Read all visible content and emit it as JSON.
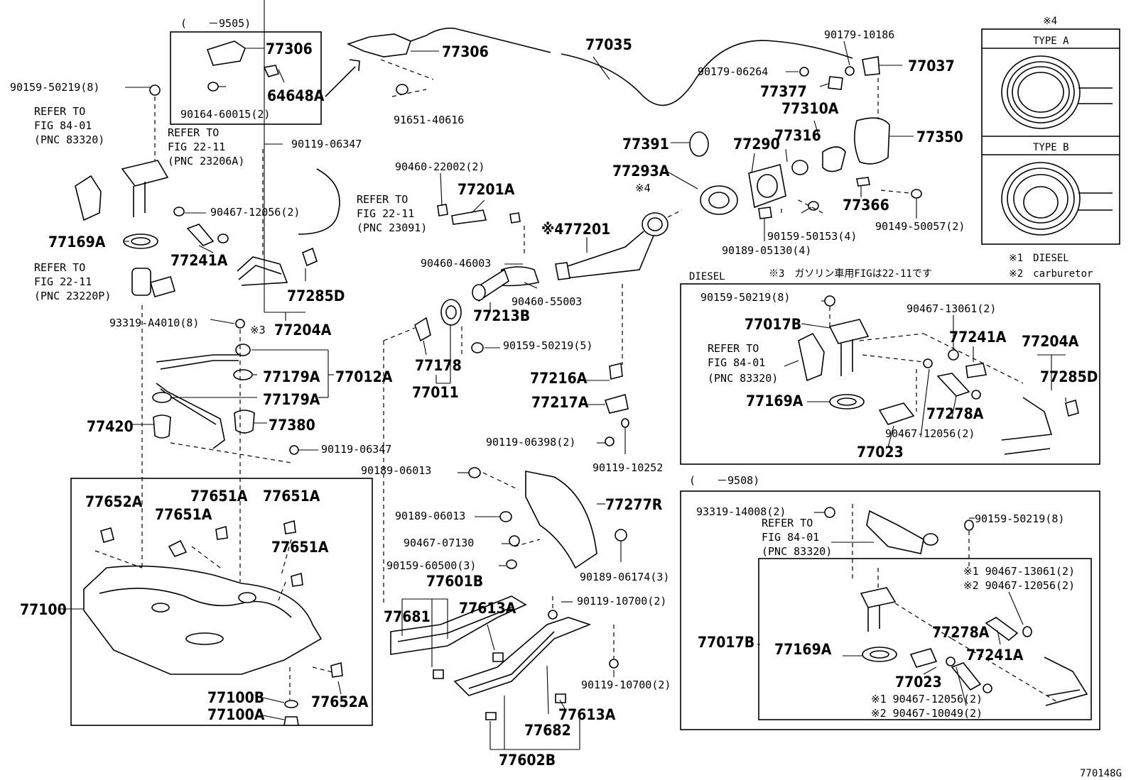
{
  "figure_code": "770148G",
  "inset_top_left_range": "(　　－9505)",
  "inset_bottom_right_range": "(　　－9508)",
  "legend": {
    "ref_mark": "※4",
    "type_a": "TYPE A",
    "type_b": "TYPE B",
    "note1": "※1　DIESEL",
    "note2": "※2　carburetor"
  },
  "diesel_box": {
    "title": "DIESEL",
    "note3": "※3　ガソリン車用FIGは22-11です"
  },
  "big_labels": {
    "l77306a": "77306",
    "l64648a": "64648A",
    "l77306b": "77306",
    "l77035": "77035",
    "l77037": "77037",
    "l77377": "77377",
    "l77310a": "77310A",
    "l77316": "77316",
    "l77350": "77350",
    "l77391": "77391",
    "l77290": "77290",
    "l77293a": "77293A",
    "l77366": "77366",
    "l77201a": "77201A",
    "l77201": "※477201",
    "l77213b": "77213B",
    "l77241a": "77241A",
    "l77169a": "77169A",
    "l77285d": "77285D",
    "l77204a": "77204A",
    "l77179a1": "77179A",
    "l77179a2": "77179A",
    "l77012a": "77012A",
    "l77420": "77420",
    "l77380": "77380",
    "l77178": "77178",
    "l77011": "77011",
    "l77216a": "77216A",
    "l77217a": "77217A",
    "l77277r": "77277R",
    "l77652a1": "77652A",
    "l77651a1": "77651A",
    "l77651a2": "77651A",
    "l77651a3": "77651A",
    "l77651a4": "77651A",
    "l77100": "77100",
    "l77100b": "77100B",
    "l77100a": "77100A",
    "l77652a2": "77652A",
    "l77601b": "77601B",
    "l77681": "77681",
    "l77613a1": "77613A",
    "l77682": "77682",
    "l77613a2": "77613A",
    "l77602b": "77602B",
    "d77017b": "77017B",
    "d77241a": "77241A",
    "d77204a": "77204A",
    "d77285d": "77285D",
    "d77169a": "77169A",
    "d77278a": "77278A",
    "d77023": "77023",
    "c77017b": "77017B",
    "c77169a": "77169A",
    "c77278a": "77278A",
    "c77241a": "77241A",
    "c77023": "77023"
  },
  "small_labels": {
    "s90164": "90164-60015(2)",
    "s90159a": "90159-50219(8)",
    "s91651": "91651-40616",
    "s90179a": "90179-10186",
    "s90179b": "90179-06264",
    "s90119a": "90119-06347",
    "s90467a": "90467-12056(2)",
    "s90460a": "90460-22002(2)",
    "s90460b": "90460-46003",
    "s90460c": "90460-55003",
    "s90159b": "90159-50153(4)",
    "s90189a": "90189-05130(4)",
    "s90149": "90149-50057(2)",
    "s93319a": "93319-A4010(8)",
    "s90159c": "90159-50219(5)",
    "s90119b": "90119-06347",
    "s90119c": "90119-06398(2)",
    "s90119d": "90119-10252",
    "s90189b": "90189-06013",
    "s90189c": "90189-06013",
    "s90467b": "90467-07130",
    "s90159d": "90159-60500(3)",
    "s90189d": "90189-06174(3)",
    "s90119e": "90119-10700(2)",
    "s90119f": "90119-10700(2)",
    "d90159": "90159-50219(8)",
    "d90467a": "90467-13061(2)",
    "d90467b": "90467-12056(2)",
    "c93319": "93319-14008(2)",
    "c90159": "90159-50219(8)",
    "c90467a": "※1 90467-13061(2)",
    "c90467b": "※2 90467-12056(2)",
    "c90467c": "※1 90467-12056(2)",
    "c90467d": "※2 90467-10049(2)",
    "mark3": "※3",
    "mark4": "※4"
  },
  "refs": {
    "r1_l1": "REFER TO",
    "r1_l2": "FIG 84-01",
    "r1_l3": "(PNC 83320)",
    "r2_l1": "REFER TO",
    "r2_l2": "FIG 22-11",
    "r2_l3": "(PNC 23206A)",
    "r3_l1": "REFER TO",
    "r3_l2": "FIG 22-11",
    "r3_l3": "(PNC 23091)",
    "r4_l1": "REFER TO",
    "r4_l2": "FIG 22-11",
    "r4_l3": "(PNC 23220P)",
    "r5_l1": "REFER TO",
    "r5_l2": "FIG 84-01",
    "r5_l3": "(PNC 83320)",
    "r6_l1": "REFER TO",
    "r6_l2": "FIG 84-01",
    "r6_l3": "(PNC 83320)"
  }
}
